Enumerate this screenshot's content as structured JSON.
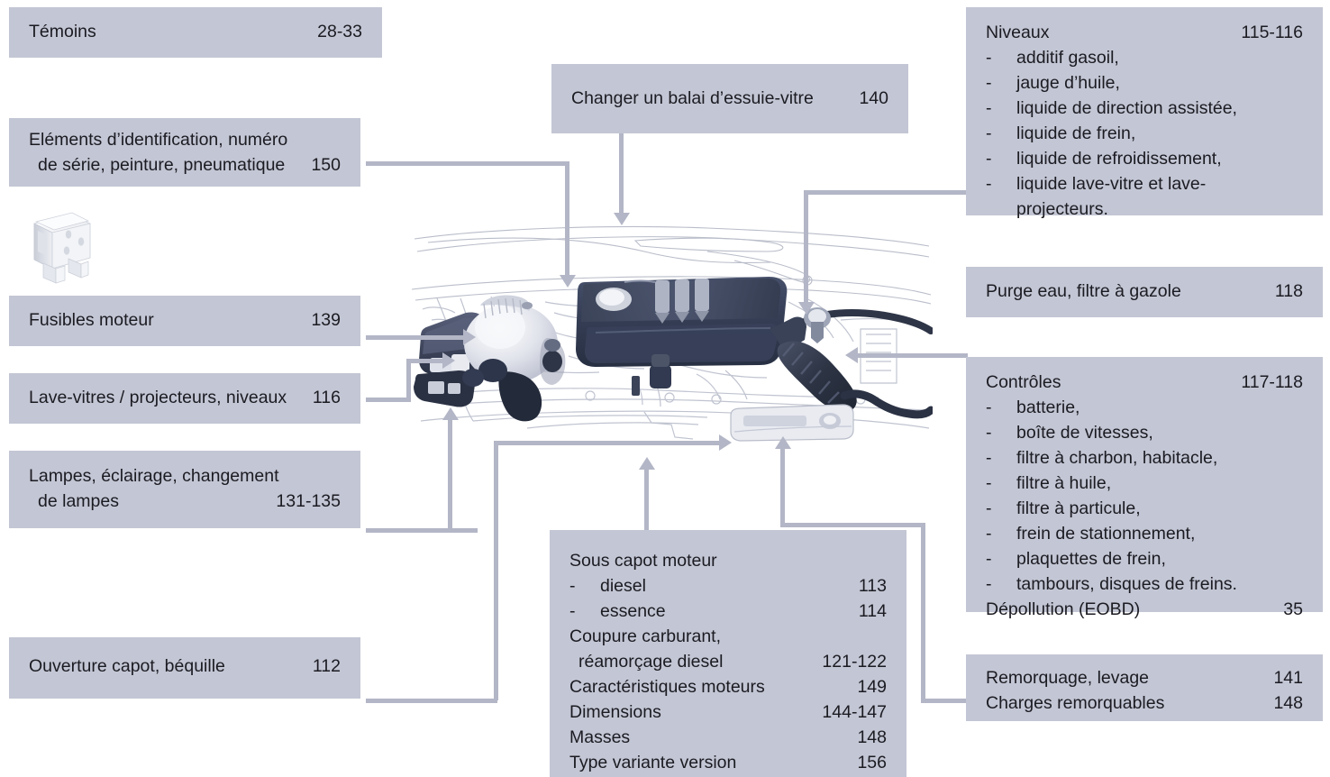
{
  "theme": {
    "box_fill": "#c3c6d4",
    "connector": "#b3b6c6",
    "text": "#1b1b22",
    "page_background": "#ffffff"
  },
  "boxes": {
    "temoins": {
      "title": "Témoins",
      "page": "28-33"
    },
    "identification": {
      "line1": "Eléments d’identification, numéro",
      "line2": "de série, peinture, pneumatique",
      "page": "150"
    },
    "fusibles": {
      "title": "Fusibles moteur",
      "page": "139"
    },
    "lave_vitres": {
      "title": "Lave-vitres / projecteurs, niveaux",
      "page": "116"
    },
    "lampes": {
      "line1": "Lampes, éclairage, changement",
      "line2": "de lampes",
      "page": "131-135"
    },
    "ouverture_capot": {
      "title": "Ouverture capot, béquille",
      "page": "112"
    },
    "balai": {
      "title": "Changer un balai d’essuie-vitre",
      "page": "140"
    },
    "niveaux": {
      "title": "Niveaux",
      "page": "115-116",
      "items": [
        "additif gasoil,",
        "jauge d’huile,",
        "liquide de direction assistée,",
        "liquide de frein,",
        "liquide de refroidissement,",
        "liquide lave-vitre et lave-"
      ],
      "item_last_continuation": "projecteurs.",
      "dash": "-"
    },
    "purge": {
      "title": "Purge eau, filtre à gazole",
      "page": "118"
    },
    "controles": {
      "title": "Contrôles",
      "page": "117-118",
      "items": [
        "batterie,",
        "boîte de vitesses,",
        "filtre à charbon, habitacle,",
        "filtre à huile,",
        "filtre à particule,",
        "frein de stationnement,",
        "plaquettes de frein,",
        "tambours, disques de freins."
      ],
      "dash": "-",
      "footer_label": "Dépollution (EOBD)",
      "footer_page": "35"
    },
    "remorquage": {
      "line1_label": "Remorquage, levage",
      "line1_page": "141",
      "line2_label": "Charges remorquables",
      "line2_page": "148"
    },
    "sous_capot": {
      "title": "Sous capot moteur",
      "dash": "-",
      "sub_items": [
        {
          "label": "diesel",
          "page": "113"
        },
        {
          "label": "essence",
          "page": "114"
        }
      ],
      "coupure_line1": "Coupure carburant,",
      "coupure_line2": "réamorçage diesel",
      "coupure_page": "121-122",
      "rows": [
        {
          "label": "Caractéristiques moteurs",
          "page": "149"
        },
        {
          "label": "Dimensions",
          "page": "144-147"
        },
        {
          "label": "Masses",
          "page": "148"
        },
        {
          "label": "Type variante version",
          "page": "156"
        }
      ]
    }
  },
  "illustrations": {
    "engine": "engine-bay-line-drawing",
    "fuse": "blade-fuse-illustration"
  }
}
